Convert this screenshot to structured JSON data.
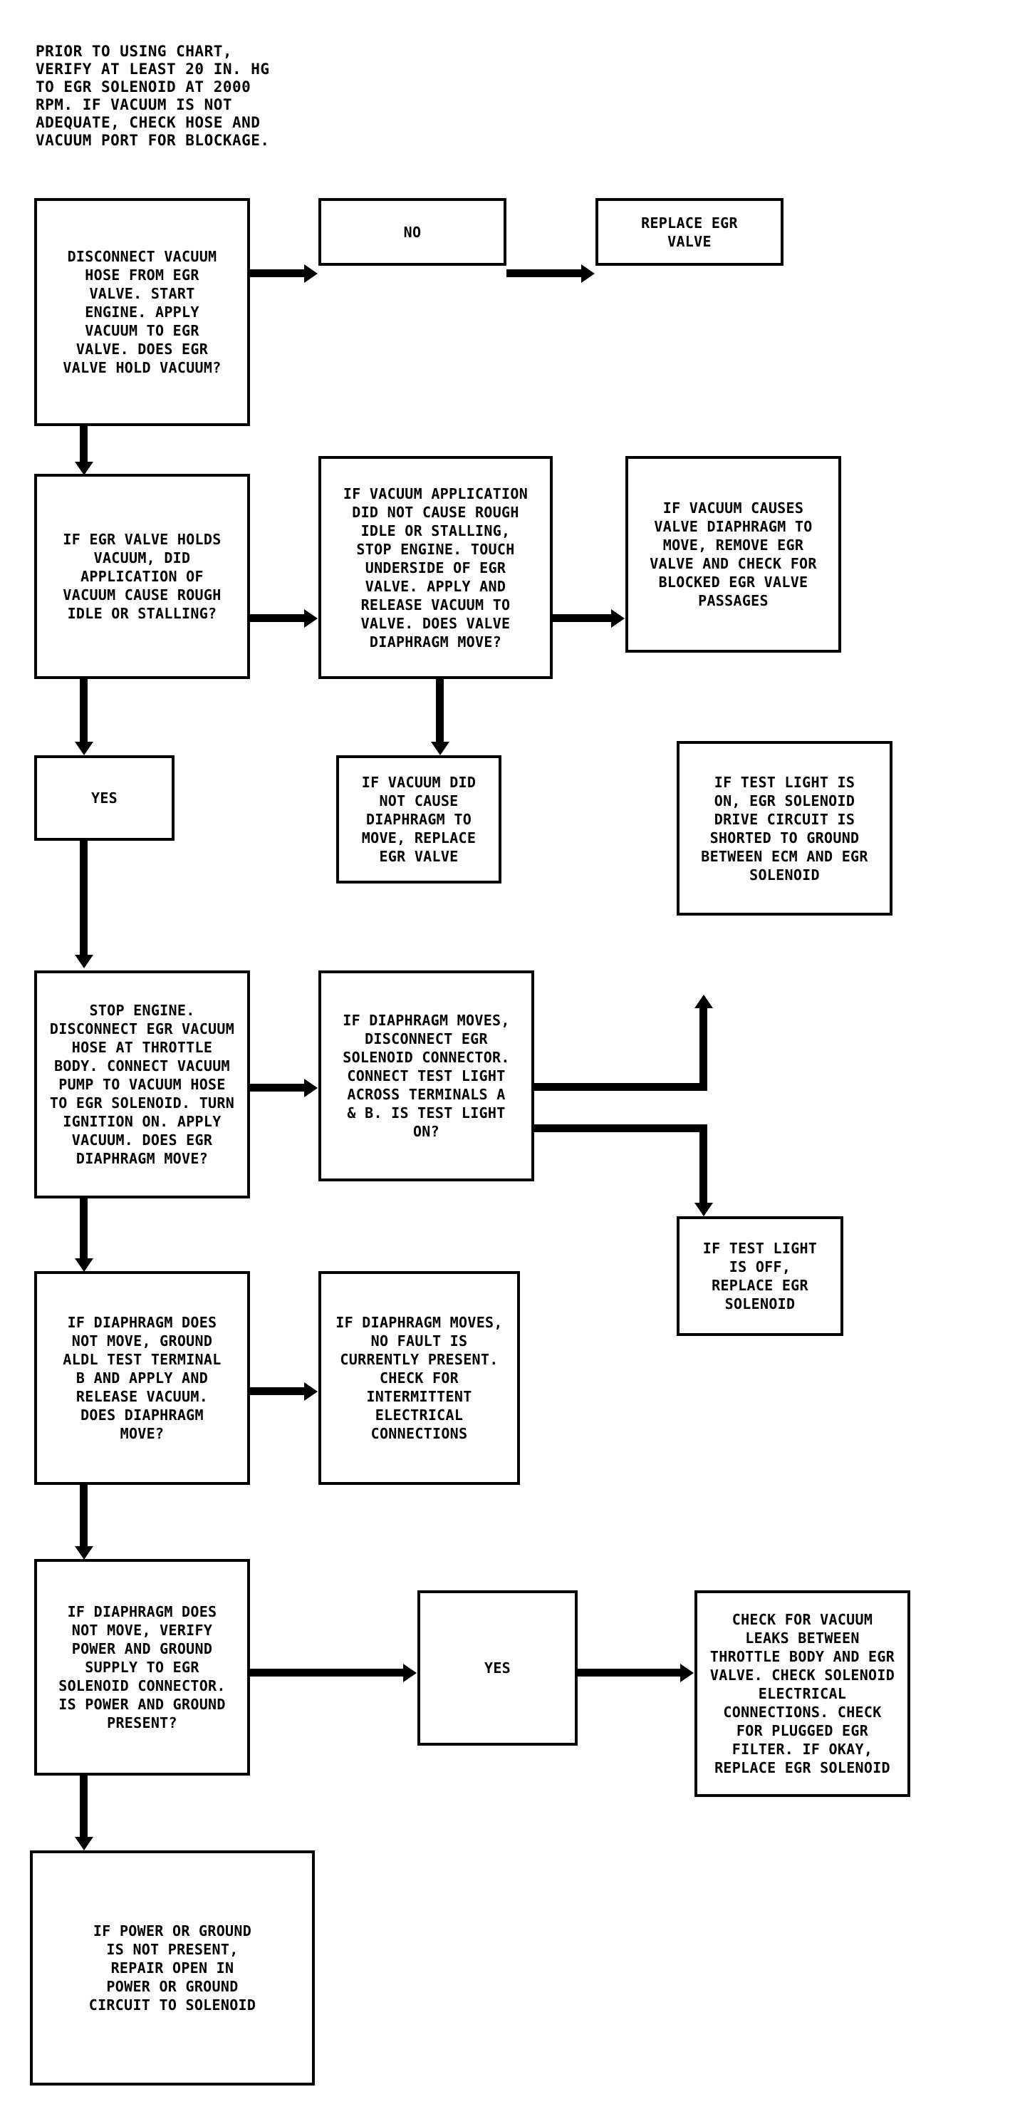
{
  "diagram": {
    "title_note": "PRIOR TO USING CHART,\nVERIFY AT LEAST 20 IN. HG\nTO EGR SOLENOID AT 2000\nRPM. IF VACUUM IS NOT\nADEQUATE, CHECK HOSE AND\nVACUUM PORT FOR BLOCKAGE.",
    "nodes": {
      "n1": "DISCONNECT VACUUM\nHOSE FROM EGR\nVALVE. START\nENGINE. APPLY\nVACUUM TO EGR\nVALVE. DOES EGR\nVALVE HOLD VACUUM?",
      "n2": "NO",
      "n3": "REPLACE EGR\nVALVE",
      "n4": "IF EGR VALVE HOLDS\nVACUUM, DID\nAPPLICATION OF\nVACUUM CAUSE ROUGH\nIDLE OR STALLING?",
      "n5": "IF VACUUM APPLICATION\nDID NOT CAUSE ROUGH\nIDLE OR STALLING,\nSTOP ENGINE. TOUCH\nUNDERSIDE OF EGR\nVALVE. APPLY AND\nRELEASE VACUUM TO\nVALVE. DOES VALVE\nDIAPHRAGM MOVE?",
      "n6": "IF VACUUM CAUSES\nVALVE DIAPHRAGM TO\nMOVE, REMOVE EGR\nVALVE AND CHECK FOR\nBLOCKED EGR VALVE\nPASSAGES",
      "n7": "YES",
      "n8": "IF VACUUM DID\nNOT CAUSE\nDIAPHRAGM TO\nMOVE, REPLACE\nEGR VALVE",
      "n9": "IF TEST LIGHT IS\nON, EGR SOLENOID\nDRIVE CIRCUIT IS\nSHORTED TO GROUND\nBETWEEN ECM AND EGR\nSOLENOID",
      "n10": "STOP ENGINE.\nDISCONNECT EGR VACUUM\nHOSE AT THROTTLE\nBODY. CONNECT VACUUM\nPUMP TO VACUUM HOSE\nTO EGR SOLENOID. TURN\nIGNITION ON. APPLY\nVACUUM. DOES EGR\nDIAPHRAGM MOVE?",
      "n11": "IF DIAPHRAGM MOVES,\nDISCONNECT EGR\nSOLENOID CONNECTOR.\nCONNECT TEST LIGHT\nACROSS TERMINALS A\n& B. IS TEST LIGHT\nON?",
      "n12": "IF TEST LIGHT\nIS OFF,\nREPLACE EGR\nSOLENOID",
      "n13": "IF DIAPHRAGM DOES\nNOT MOVE, GROUND\nALDL TEST TERMINAL\nB AND APPLY AND\nRELEASE VACUUM.\nDOES DIAPHRAGM\nMOVE?",
      "n14": "IF DIAPHRAGM MOVES,\nNO FAULT IS\nCURRENTLY PRESENT.\nCHECK FOR\nINTERMITTENT\nELECTRICAL\nCONNECTIONS",
      "n15": "IF DIAPHRAGM DOES\nNOT MOVE, VERIFY\nPOWER AND GROUND\nSUPPLY TO EGR\nSOLENOID CONNECTOR.\nIS POWER AND GROUND\nPRESENT?",
      "n16": "YES",
      "n17": "CHECK FOR VACUUM\nLEAKS BETWEEN\nTHROTTLE BODY AND EGR\nVALVE. CHECK SOLENOID\nELECTRICAL\nCONNECTIONS. CHECK\nFOR PLUGGED EGR\nFILTER. IF OKAY,\nREPLACE EGR SOLENOID",
      "n18": "IF POWER OR GROUND\nIS NOT PRESENT,\nREPAIR OPEN IN\nPOWER OR GROUND\nCIRCUIT TO SOLENOID"
    },
    "colors": {
      "ink": "#000000",
      "paper": "#ffffff"
    }
  }
}
